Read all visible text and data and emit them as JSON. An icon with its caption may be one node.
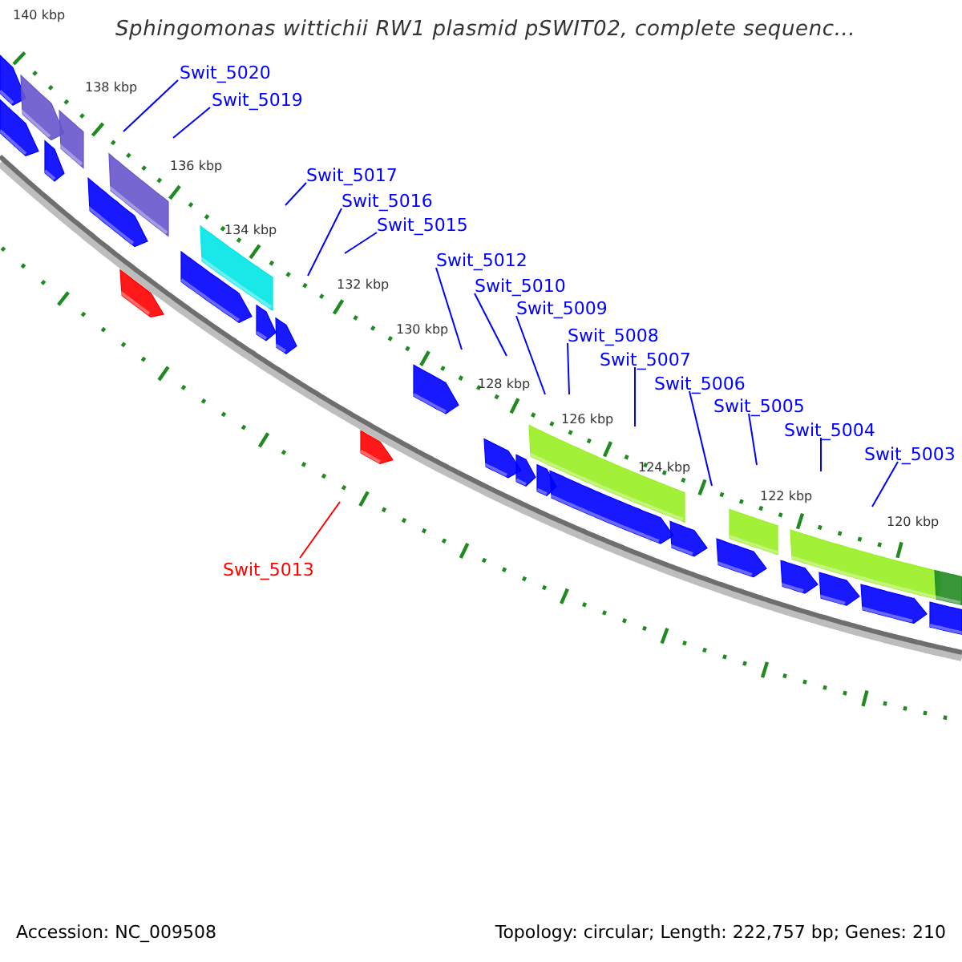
{
  "diagram": {
    "title": "Sphingomonas wittichii RW1 plasmid pSWIT02, complete sequenc...",
    "nodes": [
      {
        "text": [
          "Swit_5020"
        ]
      },
      {
        "text": [
          "Swit_5019"
        ]
      },
      {
        "text": [
          "Swit_5017"
        ]
      },
      {
        "text": [
          "Swit_5016"
        ]
      },
      {
        "text": [
          "Swit_5015"
        ]
      },
      {
        "text": [
          "Swit_5012"
        ]
      },
      {
        "text": [
          "Swit_5010"
        ]
      },
      {
        "text": [
          "Swit_5009"
        ]
      },
      {
        "text": [
          "Swit_5008"
        ]
      },
      {
        "text": [
          "Swit_5007"
        ]
      },
      {
        "text": [
          "Swit_5006"
        ]
      },
      {
        "text": [
          "Swit_5005"
        ]
      },
      {
        "text": [
          "Swit_5004"
        ]
      },
      {
        "text": [
          "Swit_5003"
        ]
      },
      {
        "text": [
          "Swit_5013"
        ]
      }
    ],
    "edges": [
      {
        "from": 0,
        "to": null,
        "arrow": "none"
      },
      {
        "from": 1,
        "to": null,
        "arrow": "none"
      },
      {
        "from": 2,
        "to": null,
        "arrow": "none"
      },
      {
        "from": 3,
        "to": null,
        "arrow": "none"
      },
      {
        "from": 4,
        "to": null,
        "arrow": "none"
      },
      {
        "from": 5,
        "to": null,
        "arrow": "none"
      },
      {
        "from": 6,
        "to": null,
        "arrow": "none"
      },
      {
        "from": 7,
        "to": null,
        "arrow": "none"
      },
      {
        "from": 8,
        "to": null,
        "arrow": "none"
      },
      {
        "from": 9,
        "to": null,
        "arrow": "none"
      },
      {
        "from": 10,
        "to": null,
        "arrow": "none"
      },
      {
        "from": 11,
        "to": null,
        "arrow": "none"
      },
      {
        "from": 12,
        "to": null,
        "arrow": "none"
      },
      {
        "from": 13,
        "to": null,
        "arrow": "none"
      },
      {
        "from": 14,
        "to": null,
        "arrow": "none",
        "color": "#ff0000"
      }
    ],
    "labels": [
      "140 kbp",
      "138 kbp",
      "136 kbp",
      "134 kbp",
      "132 kbp",
      "130 kbp",
      "128 kbp",
      "126 kbp",
      "124 kbp",
      "122 kbp",
      "120 kbp",
      "Accession: NC_009508",
      "Topology: circular; Length: 222,757 bp; Genes: 210"
    ]
  }
}
